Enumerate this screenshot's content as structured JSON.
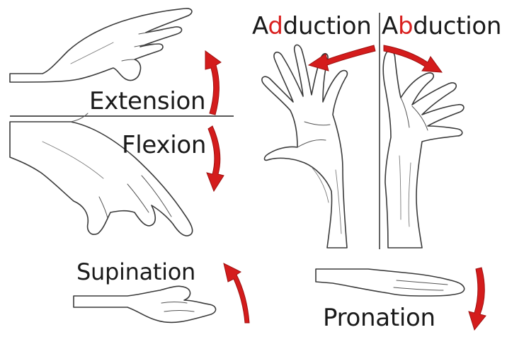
{
  "labels": {
    "extension": "Extension",
    "flexion": "Flexion",
    "supination": "Supination",
    "pronation": "Pronation"
  },
  "adduction": {
    "prefix": "A",
    "highlight": "d",
    "suffix": "duction"
  },
  "abduction": {
    "prefix": "A",
    "highlight": "b",
    "suffix": "duction"
  },
  "colors": {
    "arrow": "#d41c1c",
    "highlight_letter": "#d9201f",
    "outline": "#3a3a3a"
  }
}
